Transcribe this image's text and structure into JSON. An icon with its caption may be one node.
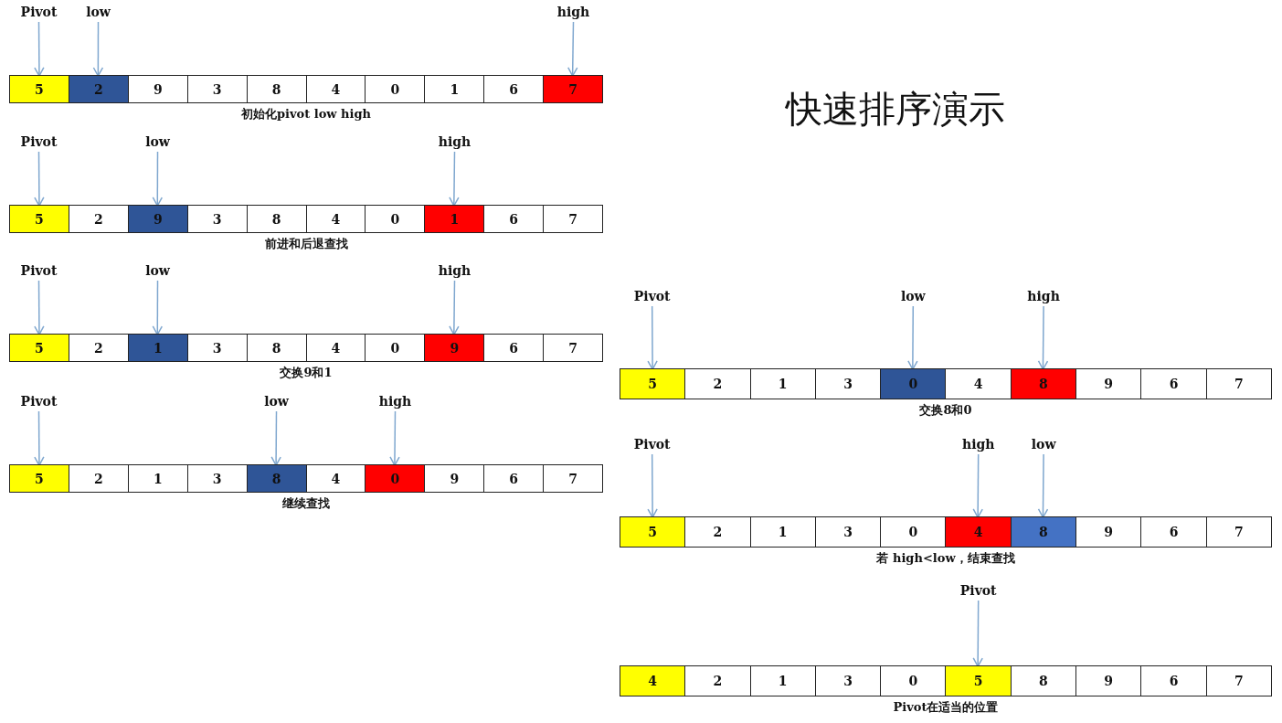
{
  "diagram": {
    "title": "快速排序演示",
    "nodes": [
      {
        "text": [
          "Pivot"
        ]
      },
      {
        "text": [
          "low"
        ]
      },
      {
        "text": [
          "high"
        ]
      },
      {
        "text": [],
        "shape": "bar",
        "beside": [
          "初始化pivot low high"
        ]
      },
      {
        "text": [
          "5"
        ],
        "in": 3
      },
      {
        "text": [
          "2"
        ],
        "in": 3
      },
      {
        "text": [
          "9"
        ],
        "in": 3
      },
      {
        "text": [
          "3"
        ],
        "in": 3
      },
      {
        "text": [
          "8"
        ],
        "in": 3
      },
      {
        "text": [
          "4"
        ],
        "in": 3
      },
      {
        "text": [
          "0"
        ],
        "in": 3
      },
      {
        "text": [
          "1"
        ],
        "in": 3
      },
      {
        "text": [
          "6"
        ],
        "in": 3
      },
      {
        "text": [
          "7"
        ],
        "in": 3
      },
      {
        "text": [
          "Pivot"
        ]
      },
      {
        "text": [
          "low"
        ]
      },
      {
        "text": [
          "high"
        ]
      },
      {
        "text": [],
        "shape": "bar",
        "beside": [
          "前进和后退查找"
        ]
      },
      {
        "text": [
          "5"
        ],
        "in": 17
      },
      {
        "text": [
          "2"
        ],
        "in": 17
      },
      {
        "text": [
          "9"
        ],
        "in": 17
      },
      {
        "text": [
          "3"
        ],
        "in": 17
      },
      {
        "text": [
          "8"
        ],
        "in": 17
      },
      {
        "text": [
          "4"
        ],
        "in": 17
      },
      {
        "text": [
          "0"
        ],
        "in": 17
      },
      {
        "text": [
          "1"
        ],
        "in": 17
      },
      {
        "text": [
          "6"
        ],
        "in": 17
      },
      {
        "text": [
          "7"
        ],
        "in": 17
      },
      {
        "text": [
          "Pivot"
        ]
      },
      {
        "text": [
          "low"
        ]
      },
      {
        "text": [
          "high"
        ]
      },
      {
        "text": [],
        "shape": "bar",
        "beside": [
          "交换9和1"
        ]
      },
      {
        "text": [
          "5"
        ],
        "in": 31
      },
      {
        "text": [
          "2"
        ],
        "in": 31
      },
      {
        "text": [
          "1"
        ],
        "in": 31
      },
      {
        "text": [
          "3"
        ],
        "in": 31
      },
      {
        "text": [
          "8"
        ],
        "in": 31
      },
      {
        "text": [
          "4"
        ],
        "in": 31
      },
      {
        "text": [
          "0"
        ],
        "in": 31
      },
      {
        "text": [
          "9"
        ],
        "in": 31
      },
      {
        "text": [
          "6"
        ],
        "in": 31
      },
      {
        "text": [
          "7"
        ],
        "in": 31
      },
      {
        "text": [
          "Pivot"
        ]
      },
      {
        "text": [
          "low"
        ]
      },
      {
        "text": [
          "high"
        ]
      },
      {
        "text": [],
        "shape": "bar",
        "beside": [
          "继续查找"
        ]
      },
      {
        "text": [
          "5"
        ],
        "in": 45
      },
      {
        "text": [
          "2"
        ],
        "in": 45
      },
      {
        "text": [
          "1"
        ],
        "in": 45
      },
      {
        "text": [
          "3"
        ],
        "in": 45
      },
      {
        "text": [
          "8"
        ],
        "in": 45
      },
      {
        "text": [
          "4"
        ],
        "in": 45
      },
      {
        "text": [
          "0"
        ],
        "in": 45
      },
      {
        "text": [
          "9"
        ],
        "in": 45
      },
      {
        "text": [
          "6"
        ],
        "in": 45
      },
      {
        "text": [
          "7"
        ],
        "in": 45
      },
      {
        "text": [
          "Pivot"
        ]
      },
      {
        "text": [
          "low"
        ]
      },
      {
        "text": [
          "high"
        ]
      },
      {
        "text": [],
        "shape": "bar",
        "beside": [
          "交换8和0"
        ]
      },
      {
        "text": [
          "5"
        ],
        "in": 59
      },
      {
        "text": [
          "2"
        ],
        "in": 59
      },
      {
        "text": [
          "1"
        ],
        "in": 59
      },
      {
        "text": [
          "3"
        ],
        "in": 59
      },
      {
        "text": [
          "0"
        ],
        "in": 59
      },
      {
        "text": [
          "4"
        ],
        "in": 59
      },
      {
        "text": [
          "8"
        ],
        "in": 59
      },
      {
        "text": [
          "9"
        ],
        "in": 59
      },
      {
        "text": [
          "6"
        ],
        "in": 59
      },
      {
        "text": [
          "7"
        ],
        "in": 59
      },
      {
        "text": [
          "Pivot"
        ]
      },
      {
        "text": [
          "high"
        ]
      },
      {
        "text": [
          "low"
        ]
      },
      {
        "text": [],
        "shape": "bar",
        "beside": [
          "若 high<low，结束查找"
        ]
      },
      {
        "text": [
          "5"
        ],
        "in": 73
      },
      {
        "text": [
          "2"
        ],
        "in": 73
      },
      {
        "text": [
          "1"
        ],
        "in": 73
      },
      {
        "text": [
          "3"
        ],
        "in": 73
      },
      {
        "text": [
          "0"
        ],
        "in": 73
      },
      {
        "text": [
          "4"
        ],
        "in": 73
      },
      {
        "text": [
          "8"
        ],
        "in": 73
      },
      {
        "text": [
          "9"
        ],
        "in": 73
      },
      {
        "text": [
          "6"
        ],
        "in": 73
      },
      {
        "text": [
          "7"
        ],
        "in": 73
      },
      {
        "text": [
          "Pivot"
        ]
      },
      {
        "text": [],
        "shape": "bar",
        "beside": [
          "Pivot在适当的位置"
        ]
      },
      {
        "text": [
          "4"
        ],
        "in": 85
      },
      {
        "text": [
          "2"
        ],
        "in": 85
      },
      {
        "text": [
          "1"
        ],
        "in": 85
      },
      {
        "text": [
          "3"
        ],
        "in": 85
      },
      {
        "text": [
          "0"
        ],
        "in": 85
      },
      {
        "text": [
          "5"
        ],
        "in": 85
      },
      {
        "text": [
          "8"
        ],
        "in": 85
      },
      {
        "text": [
          "9"
        ],
        "in": 85
      },
      {
        "text": [
          "6"
        ],
        "in": 85
      },
      {
        "text": [
          "7"
        ],
        "in": 85
      }
    ],
    "edges": [
      {
        "from": 0,
        "to": 4,
        "arrow": "to"
      },
      {
        "from": 1,
        "to": 5,
        "arrow": "to"
      },
      {
        "from": 2,
        "to": 13,
        "arrow": "to"
      },
      {
        "from": 14,
        "to": 18,
        "arrow": "to"
      },
      {
        "from": 15,
        "to": 20,
        "arrow": "to"
      },
      {
        "from": 16,
        "to": 25,
        "arrow": "to"
      },
      {
        "from": 28,
        "to": 32,
        "arrow": "to"
      },
      {
        "from": 29,
        "to": 34,
        "arrow": "to"
      },
      {
        "from": 30,
        "to": 39,
        "arrow": "to"
      },
      {
        "from": 42,
        "to": 46,
        "arrow": "to"
      },
      {
        "from": 43,
        "to": 50,
        "arrow": "to"
      },
      {
        "from": 44,
        "to": 52,
        "arrow": "to"
      },
      {
        "from": 56,
        "to": 60,
        "arrow": "to"
      },
      {
        "from": 57,
        "to": 64,
        "arrow": "to"
      },
      {
        "from": 58,
        "to": 66,
        "arrow": "to"
      },
      {
        "from": 70,
        "to": 74,
        "arrow": "to"
      },
      {
        "from": 71,
        "to": 79,
        "arrow": "to"
      },
      {
        "from": 72,
        "to": 80,
        "arrow": "to"
      },
      {
        "from": 84,
        "to": 91,
        "arrow": "to"
      }
    ]
  }
}
